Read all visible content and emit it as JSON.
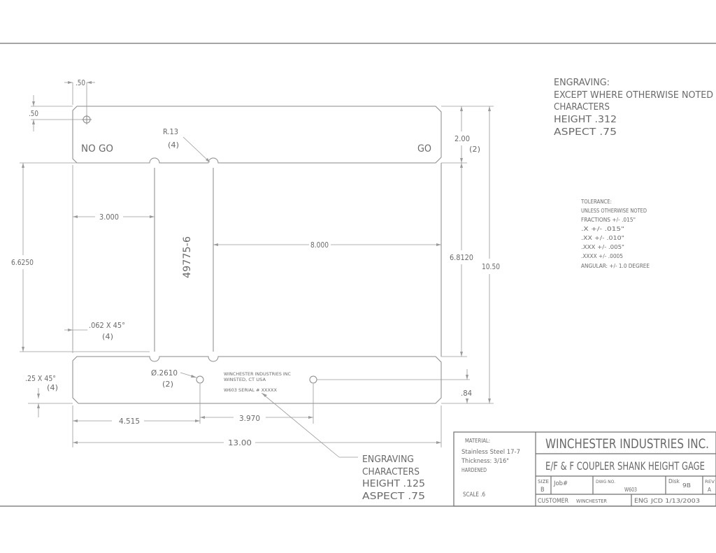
{
  "part": {
    "label_no_go": "NO GO",
    "label_go": "GO",
    "part_number": "49775-6",
    "engraved_line1": "WINCHESTER INDUSTRIES INC",
    "engraved_line2": "WINSTED, CT  USA",
    "engraved_line3": "W603   SERIAL # XXXXX"
  },
  "dimensions": {
    "hole_x": ".50",
    "hole_y": ".50",
    "radius": "R.13",
    "radius_qty": "(4)",
    "slot_width": "3.000",
    "center_width": "8.000",
    "left_height": "6.6250",
    "right_height": "6.8120",
    "total_height": "10.50",
    "top_band": "2.00",
    "top_band_qty": "(2)",
    "chamfer_small": ".062 X 45°",
    "chamfer_small_qty": "(4)",
    "chamfer_large": ".25 X 45°",
    "chamfer_large_qty": "(4)",
    "hole_dia": "Ø.2610",
    "hole_dia_qty": "(2)",
    "bottom_offset": ".84",
    "hole1_x": "4.515",
    "hole_spacing": "3.970",
    "total_width": "13.00"
  },
  "notes": {
    "engraving_top": [
      "ENGRAVING:",
      "EXCEPT WHERE OTHERWISE NOTED",
      "CHARACTERS",
      "HEIGHT .312",
      "ASPECT  .75"
    ],
    "tolerance": [
      "TOLERANCE:",
      "UNLESS OTHERWISE NOTED",
      "FRACTIONS +/- .015\"",
      ".X     +/- .015\"",
      ".XX    +/- .010\"",
      ".XXX   +/- .005\"",
      ".XXXX +/- .0005",
      "ANGULAR: +/- 1.0 DEGREE"
    ],
    "engraving_bottom": [
      "ENGRAVING",
      "CHARACTERS",
      "HEIGHT .125",
      "ASPECT  .75"
    ]
  },
  "title_block": {
    "material": [
      "MATERIAL:",
      "Stainless Steel 17-7",
      "Thickness: 3/16\"",
      "HARDENED"
    ],
    "scale": "SCALE .6",
    "company": "WINCHESTER INDUSTRIES INC.",
    "title": "E/F & F COUPLER SHANK HEIGHT GAGE",
    "size_label": "SIZE",
    "size_value": "B",
    "job_label": "Job#",
    "dwg_label": "DWG NO.",
    "dwg_value": "W603",
    "disk_label": "Disk",
    "disk_value": "9B",
    "rev_label": "REV",
    "rev_value": "A",
    "customer_label": "CUSTOMER",
    "customer_value": "WINCHESTER",
    "eng_label": "ENG",
    "eng_value": "JCD  1/13/2003"
  }
}
